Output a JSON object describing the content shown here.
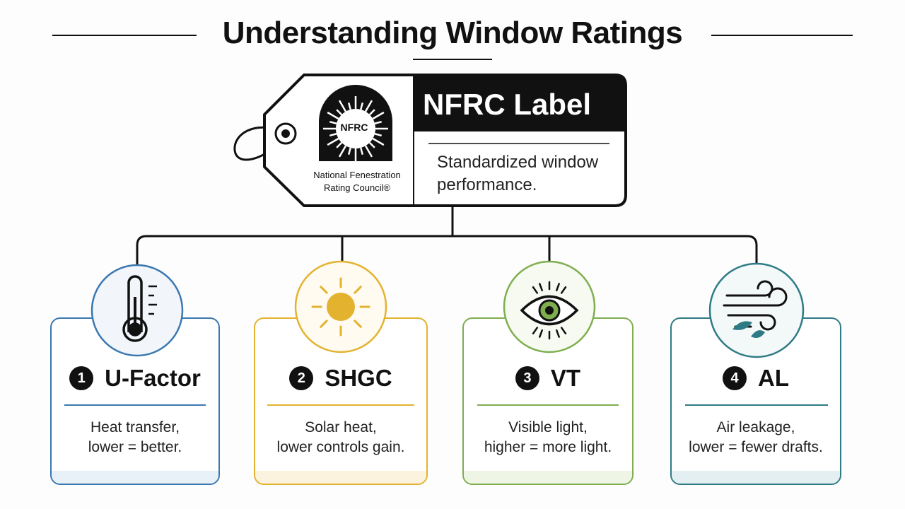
{
  "title": "Understanding Window Ratings",
  "tag": {
    "heading": "NFRC Label",
    "description": "Standardized window performance.",
    "logo_text": "NFRC",
    "logo_caption_1": "National Fenestration",
    "logo_caption_2": "Rating Council®"
  },
  "ratings": [
    {
      "number": "1",
      "title": "U-Factor",
      "line1": "Heat transfer,",
      "line2": "lower = better.",
      "icon": "thermometer-icon",
      "color": "#3a78b0",
      "strip": "#e8f0f8"
    },
    {
      "number": "2",
      "title": "SHGC",
      "line1": "Solar heat,",
      "line2": "lower controls gain.",
      "icon": "sun-icon",
      "color": "#e3b22f",
      "strip": "#fbf3de"
    },
    {
      "number": "3",
      "title": "VT",
      "line1": "Visible light,",
      "line2": "higher = more light.",
      "icon": "eye-icon",
      "color": "#7fae4f",
      "strip": "#eef5e4"
    },
    {
      "number": "4",
      "title": "AL",
      "line1": "Air leakage,",
      "line2": "lower = fewer drafts.",
      "icon": "wind-icon",
      "color": "#2e7b86",
      "strip": "#e3eff1"
    }
  ]
}
